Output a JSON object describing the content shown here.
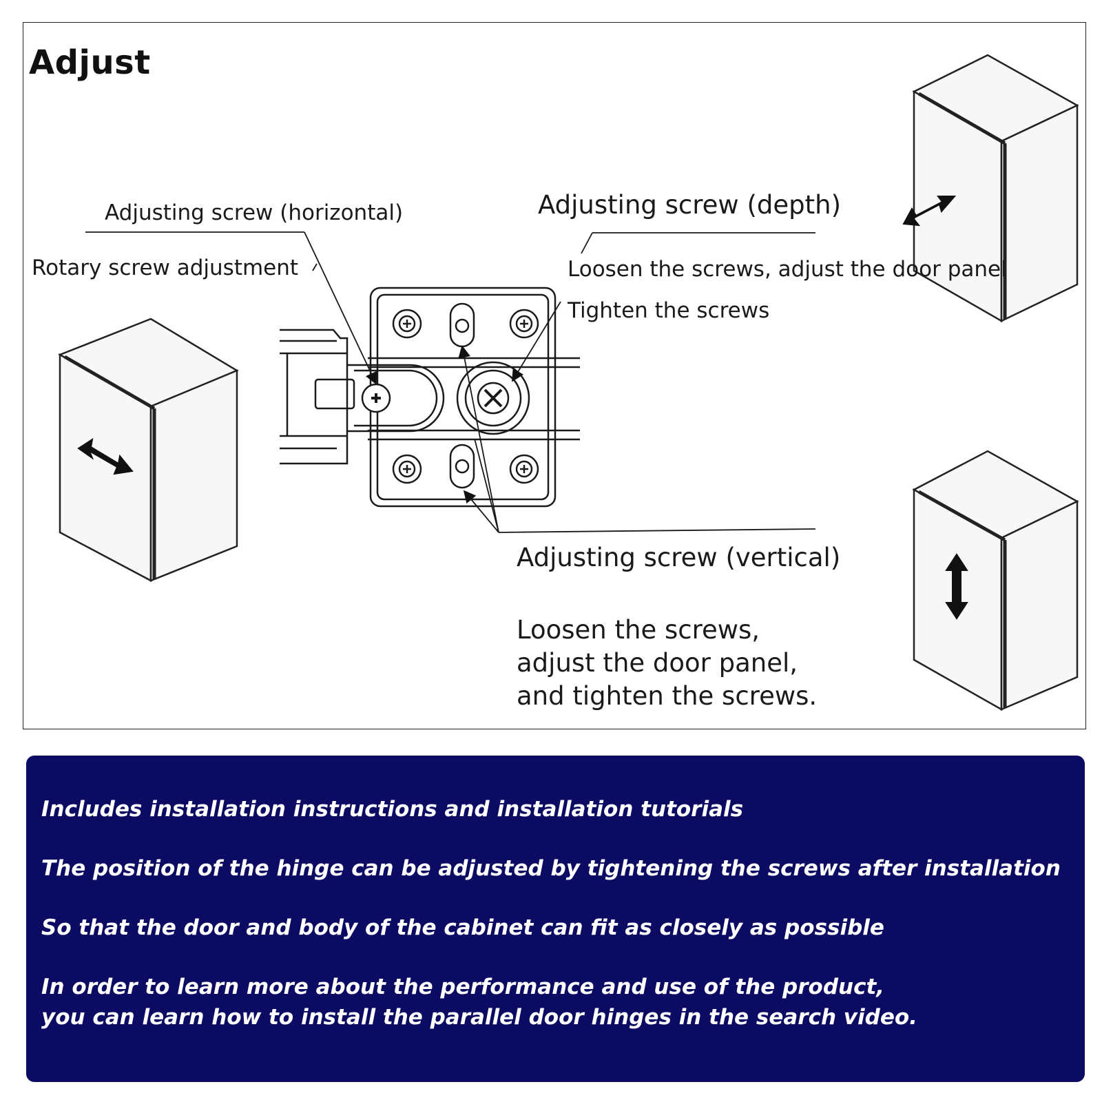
{
  "diagram": {
    "title": "Adjust",
    "labels": {
      "horizontal_screw": "Adjusting screw (horizontal)",
      "rotary_adjustment": "Rotary screw adjustment",
      "depth_screw": "Adjusting screw (depth)",
      "depth_step1": "Loosen the screws, adjust the door panel",
      "depth_step2": "Tighten the screws",
      "vertical_screw": "Adjusting screw (vertical)",
      "vertical_note": [
        "Loosen the screws,",
        "adjust the door panel,",
        "and tighten the screws."
      ]
    }
  },
  "info": {
    "lines": [
      "Includes installation instructions and installation tutorials",
      "The position of the hinge can be adjusted by tightening the screws after installation",
      "So that the door and body of the cabinet can fit as closely as possible"
    ],
    "closing": [
      "In order to learn more about the performance and use of the product,",
      "you can learn how to install the parallel door hinges in the search video."
    ]
  },
  "colors": {
    "panel_background": "#0b0b63",
    "panel_text": "#ffffff",
    "line_art": "#1a1a1a"
  }
}
